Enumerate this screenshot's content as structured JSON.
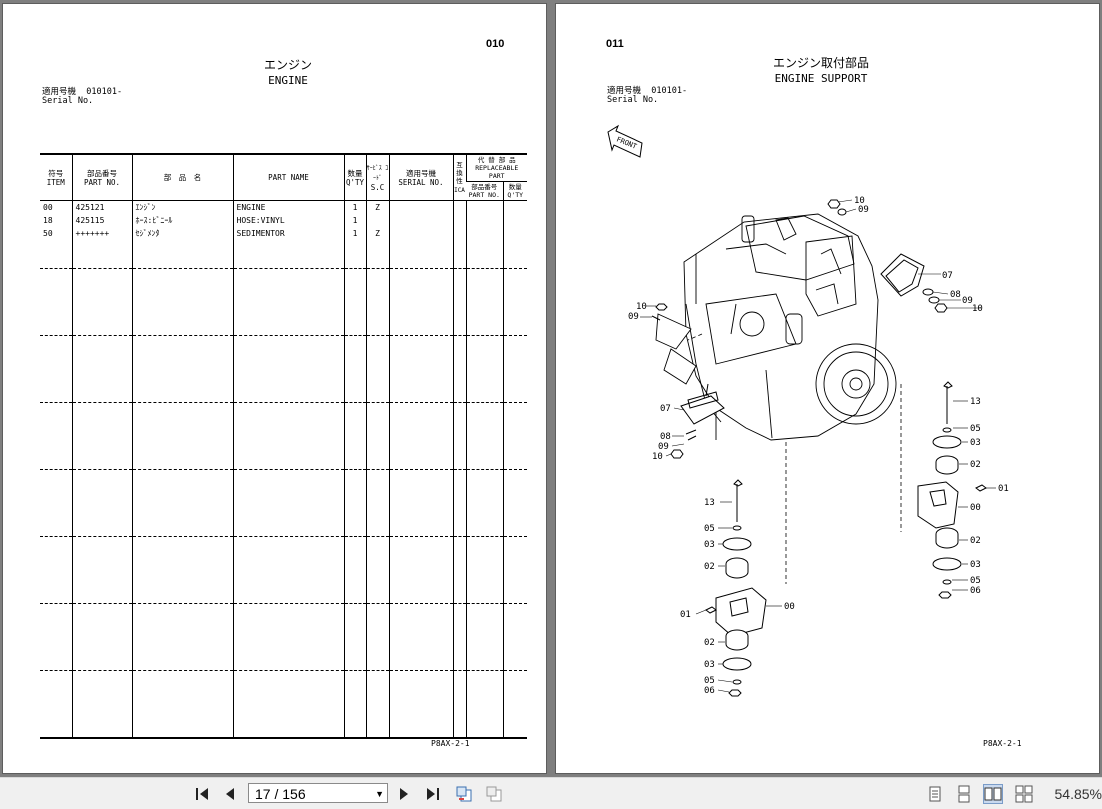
{
  "left_page": {
    "page_number": "010",
    "title_jp": "エンジン",
    "title_en": "ENGINE",
    "serial_label_jp": "適用号機",
    "serial_value": "010101-",
    "serial_label_en": "Serial No.",
    "headers": {
      "item_jp": "符号",
      "item_en": "ITEM",
      "part_no_jp": "部品番号",
      "part_no_en": "PART NO.",
      "part_name_jp": "部　品　名",
      "part_name_en": "PART NAME",
      "qty_jp": "数量",
      "qty_en": "Q'TY",
      "sc_jp": "ｻｰﾋﾞｽ ｺｰﾄﾞ",
      "sc_en": "S.C",
      "serial_jp": "適用号機",
      "serial_en": "SERIAL NO.",
      "ica_jp": "互換性",
      "ica_en": "ICA",
      "replaceable_jp": "代 替 部 品",
      "replaceable_en": "REPLACEABLE PART",
      "rep_part_no": "部品番号 PART NO.",
      "rep_qty": "数量 Q'TY"
    },
    "rows": [
      {
        "item": "00",
        "part_no": "425121",
        "name_jp": "ｴﾝｼﾞﾝ",
        "name_en": "ENGINE",
        "qty": "1",
        "sc": "Z"
      },
      {
        "item": "18",
        "part_no": "425115",
        "name_jp": "ﾎｰｽ:ﾋﾞﾆｰﾙ",
        "name_en": "HOSE:VINYL",
        "qty": "1",
        "sc": ""
      },
      {
        "item": "50",
        "part_no": "+++++++",
        "name_jp": "ｾｼﾞﾒﾝﾀ",
        "name_en": "SEDIMENTOR",
        "qty": "1",
        "sc": "Z"
      }
    ],
    "footer_code": "P8AX-2-1"
  },
  "right_page": {
    "page_number": "011",
    "title_jp": "エンジン取付部品",
    "title_en": "ENGINE SUPPORT",
    "serial_label_jp": "適用号機",
    "serial_value": "010101-",
    "serial_label_en": "Serial No.",
    "front_label": "FRONT",
    "footer_code": "P8AX-2-1",
    "callouts": {
      "c10a": "10",
      "c09a": "09",
      "c07a": "07",
      "c08a": "08",
      "c09b": "09",
      "c10b": "10",
      "c10c": "10",
      "c09c": "09",
      "c07b": "07",
      "c08b": "08",
      "c09d": "09",
      "c10d": "10",
      "c13a": "13",
      "c05a": "05",
      "c03a": "03",
      "c02a": "02",
      "c01a": "01",
      "c00a": "00",
      "c02b": "02",
      "c03b": "03",
      "c05b": "05",
      "c06a": "06",
      "c13b": "13",
      "c05c": "05",
      "c03c": "03",
      "c02c": "02",
      "c01b": "01",
      "c00b": "00",
      "c02d": "02",
      "c03d": "03",
      "c05d": "05",
      "c06b": "06"
    }
  },
  "toolbar": {
    "page_indicator": "17 / 156",
    "zoom": "54.85%"
  }
}
